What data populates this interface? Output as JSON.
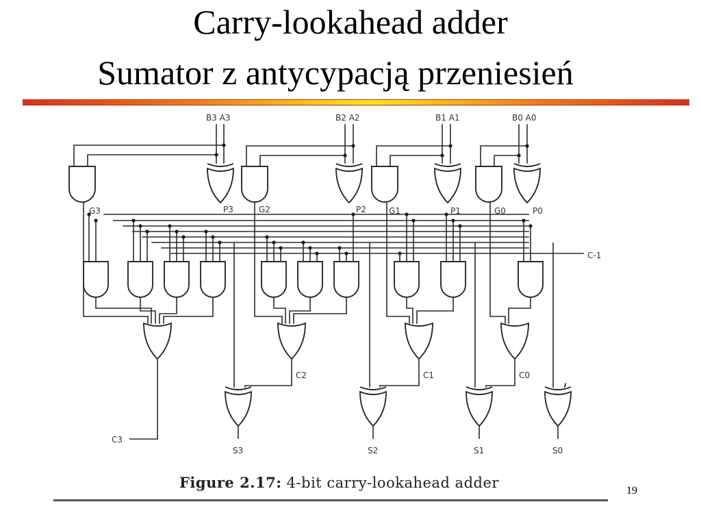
{
  "slide": {
    "title_line1": "Carry-lookahead adder",
    "title_line2": "Sumator z antycypacją przeniesień",
    "page_number": "19"
  },
  "figure": {
    "caption_label": "Figure 2.17:",
    "caption_text": "4-bit carry-lookahead adder"
  },
  "circuit": {
    "inputs": [
      "B3 A3",
      "B2 A2",
      "B1 A1",
      "B0 A0"
    ],
    "carry_in": "C-1",
    "generate": [
      "G3",
      "G2",
      "G1",
      "G0"
    ],
    "propagate": [
      "P3",
      "P2",
      "P1",
      "P0"
    ],
    "carries": [
      "C3",
      "C2",
      "C1",
      "C0"
    ],
    "sums": [
      "S3",
      "S2",
      "S1",
      "S0"
    ]
  }
}
